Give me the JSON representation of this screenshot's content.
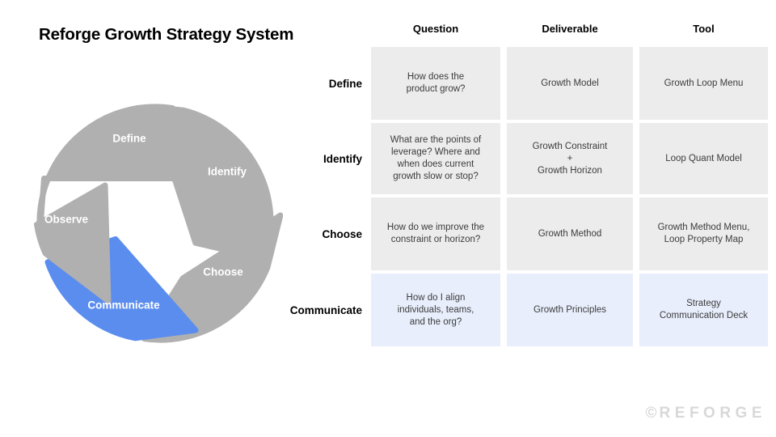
{
  "title": "Reforge Growth Strategy System",
  "colors": {
    "petal_gray": "#b0b0b0",
    "petal_blue": "#5b8def",
    "cell_gray": "#ececec",
    "cell_blue": "#e8eefc",
    "watermark_gray": "#d8d8d8"
  },
  "wheel": {
    "segments": [
      {
        "label": "Define",
        "color": "#b0b0b0",
        "highlighted": false
      },
      {
        "label": "Identify",
        "color": "#b0b0b0",
        "highlighted": false
      },
      {
        "label": "Choose",
        "color": "#b0b0b0",
        "highlighted": false
      },
      {
        "label": "Communicate",
        "color": "#5b8def",
        "highlighted": true
      },
      {
        "label": "Observe",
        "color": "#b0b0b0",
        "highlighted": false
      }
    ]
  },
  "table": {
    "headers": {
      "question": "Question",
      "deliverable": "Deliverable",
      "tool": "Tool"
    },
    "rows": [
      {
        "stage": "Define",
        "question_lines": [
          "How does the",
          "product grow?"
        ],
        "deliverable_lines": [
          "Growth Model"
        ],
        "tool_lines": [
          "Growth Loop Menu"
        ],
        "highlighted": false
      },
      {
        "stage": "Identify",
        "question_lines": [
          "What are the points of",
          "leverage? Where and",
          "when does current",
          "growth slow or stop?"
        ],
        "deliverable_lines": [
          "Growth Constraint",
          "+",
          "Growth Horizon"
        ],
        "tool_lines": [
          "Loop Quant Model"
        ],
        "highlighted": false
      },
      {
        "stage": "Choose",
        "question_lines": [
          "How do we improve the",
          "constraint or horizon?"
        ],
        "deliverable_lines": [
          "Growth Method"
        ],
        "tool_lines": [
          "Growth Method Menu,",
          "Loop Property Map"
        ],
        "highlighted": false
      },
      {
        "stage": "Communicate",
        "question_lines": [
          "How do I align",
          "individuals, teams,",
          "and the org?"
        ],
        "deliverable_lines": [
          "Growth Principles"
        ],
        "tool_lines": [
          "Strategy",
          "Communication Deck"
        ],
        "highlighted": true
      }
    ]
  },
  "watermark": {
    "symbol": "©",
    "text": "REFORGE"
  }
}
